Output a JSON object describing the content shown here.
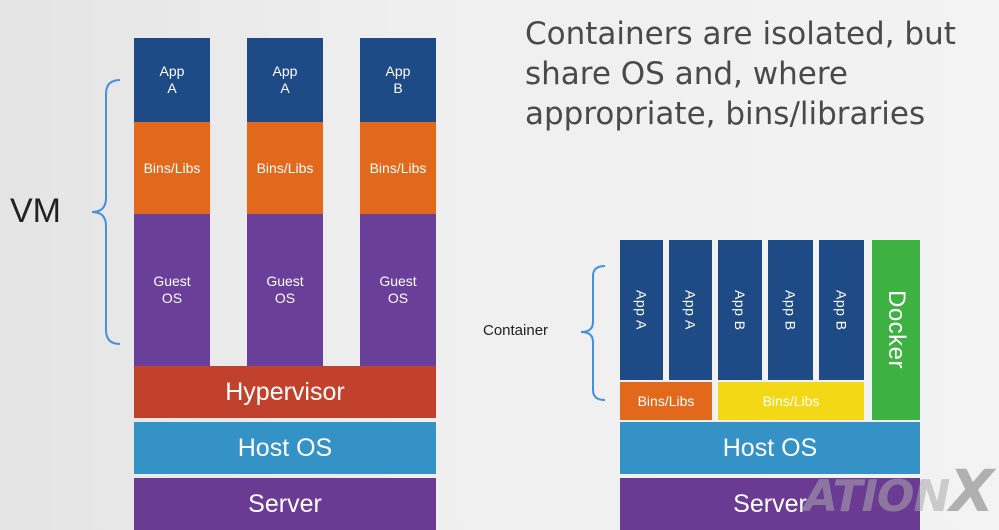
{
  "heading": "Containers are isolated, but share OS and, where appropriate, bins/libraries",
  "vm_stack": {
    "brace_label": "VM",
    "columns": [
      {
        "app": "App\nA",
        "bins": "Bins/Libs",
        "guest_os": "Guest\nOS"
      },
      {
        "app": "App\nA",
        "bins": "Bins/Libs",
        "guest_os": "Guest\nOS"
      },
      {
        "app": "App\nB",
        "bins": "Bins/Libs",
        "guest_os": "Guest\nOS"
      }
    ],
    "hypervisor": "Hypervisor",
    "host_os": "Host OS",
    "server": "Server"
  },
  "container_stack": {
    "brace_label": "Container",
    "apps": [
      "App A",
      "App A",
      "App B",
      "App B",
      "App B"
    ],
    "bins_a": "Bins/Libs",
    "bins_b": "Bins/Libs",
    "docker": "Docker",
    "host_os": "Host OS",
    "server": "Server"
  },
  "watermark": {
    "text": "ATION",
    "x": "X"
  },
  "colors": {
    "app": "#1e4a86",
    "bins": "#e2681c",
    "bins_shared": "#f3d915",
    "guest_os": "#6a3f9a",
    "hypervisor": "#c2412c",
    "host_os": "#3592c6",
    "server": "#6b3b94",
    "docker": "#3db142",
    "brace": "#4a90d9"
  }
}
